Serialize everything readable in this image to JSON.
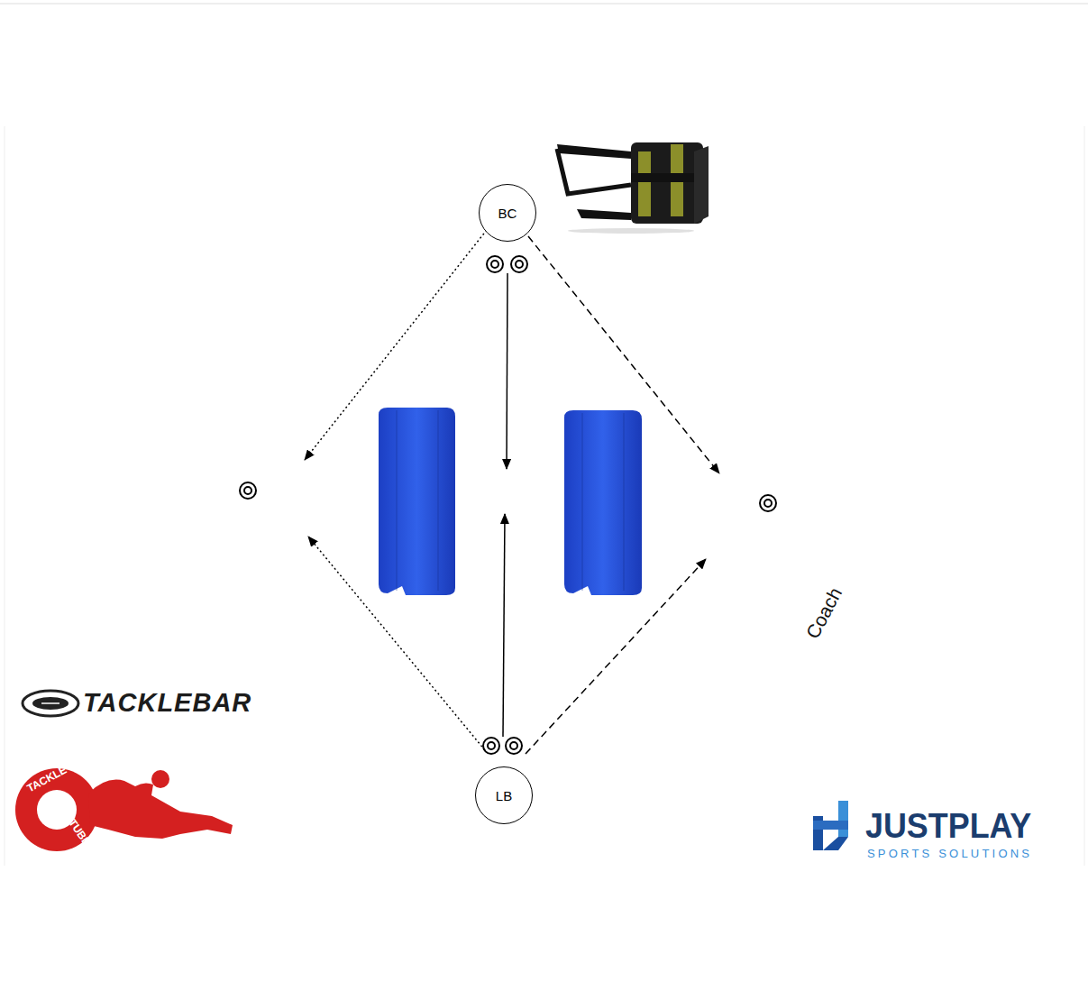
{
  "diagram": {
    "nodes": [
      {
        "text": [
          "BC"
        ]
      },
      {
        "text": [
          "LB"
        ]
      }
    ],
    "labels": [
      "Coach",
      "TACKLEBAR",
      "TACKLE",
      "TUBE",
      "JUSTPLAY",
      "SPORTS SOLUTIONS"
    ]
  }
}
